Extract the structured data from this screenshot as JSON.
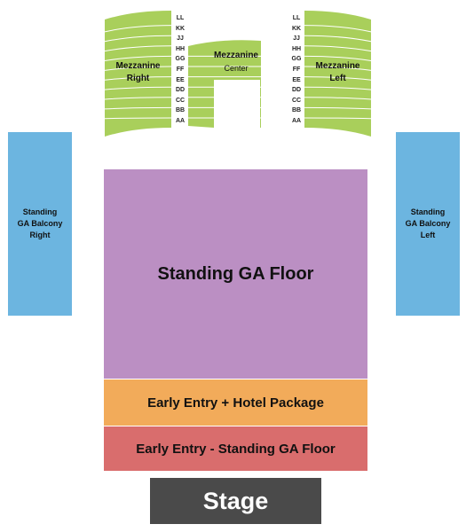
{
  "map": {
    "stage": "Stage",
    "floor": "Standing GA Floor",
    "early_entry_hotel": "Early Entry + Hotel Package",
    "early_entry_ga": "Early Entry - Standing GA Floor",
    "balcony_right": {
      "line1": "Standing",
      "line2": "GA Balcony",
      "line3": "Right"
    },
    "balcony_left": {
      "line1": "Standing",
      "line2": "GA Balcony",
      "line3": "Left"
    },
    "mezz_right": {
      "line1": "Mezzanine",
      "line2": "Right"
    },
    "mezz_center": {
      "line1": "Mezzanine",
      "line2": "Center"
    },
    "mezz_left": {
      "line1": "Mezzanine",
      "line2": "Left"
    },
    "rows": [
      "LL",
      "KK",
      "JJ",
      "HH",
      "GG",
      "FF",
      "EE",
      "DD",
      "CC",
      "BB",
      "AA"
    ]
  },
  "colors": {
    "mezzanine": "#a9cf5b",
    "balcony": "#6cb5e0",
    "floor": "#bb8fc3",
    "early_entry_hotel": "#f2ab5a",
    "early_entry_ga": "#d96d6d",
    "stage": "#4a4a4a"
  }
}
